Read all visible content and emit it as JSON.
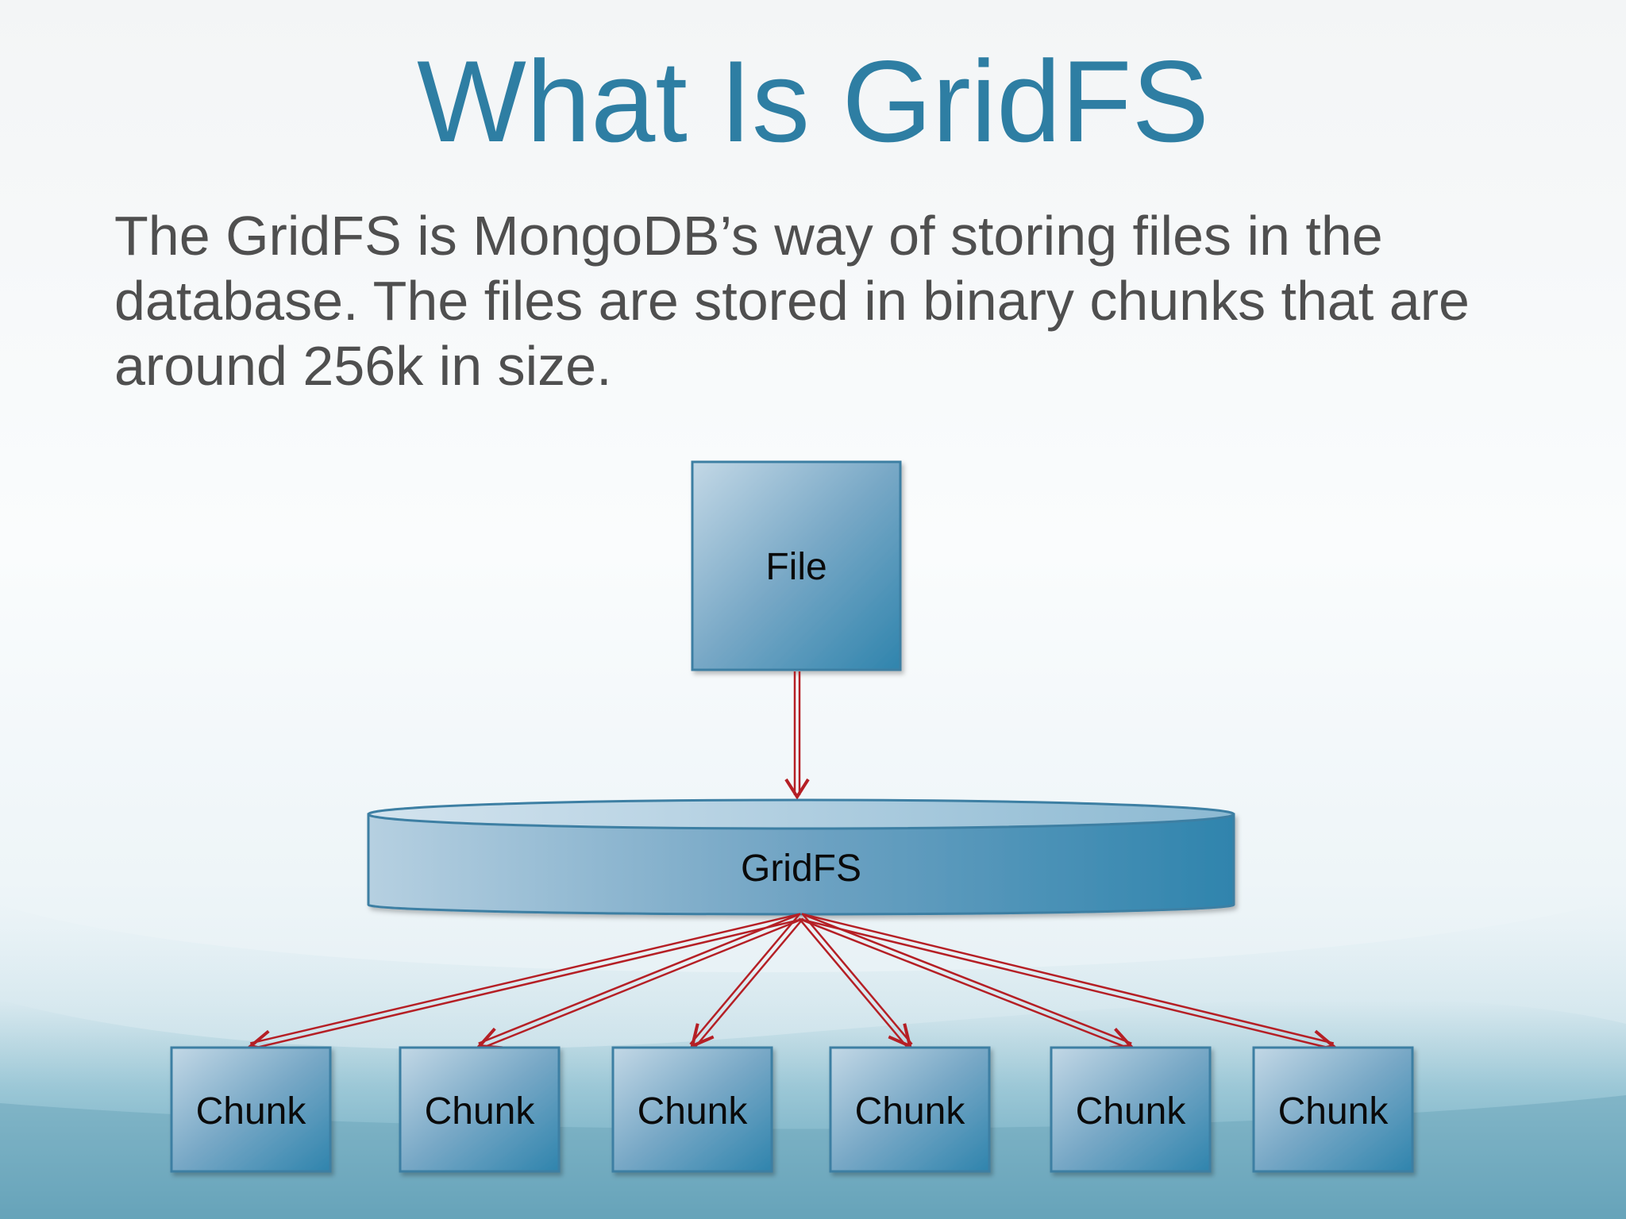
{
  "slide": {
    "title": "What Is GridFS",
    "body": "The GridFS is MongoDB’s way of storing files in the database. The files are stored in binary chunks that are around 256k in size."
  },
  "diagram": {
    "file_label": "File",
    "store_label": "GridFS",
    "chunks": [
      "Chunk",
      "Chunk",
      "Chunk",
      "Chunk",
      "Chunk",
      "Chunk"
    ]
  },
  "colors": {
    "title": "#2e7ea3",
    "body_text": "#4f4f4f",
    "box_fill_dark": "#2f84ad",
    "box_fill_light": "#c3d8e6",
    "arrow": "#b51f25"
  }
}
